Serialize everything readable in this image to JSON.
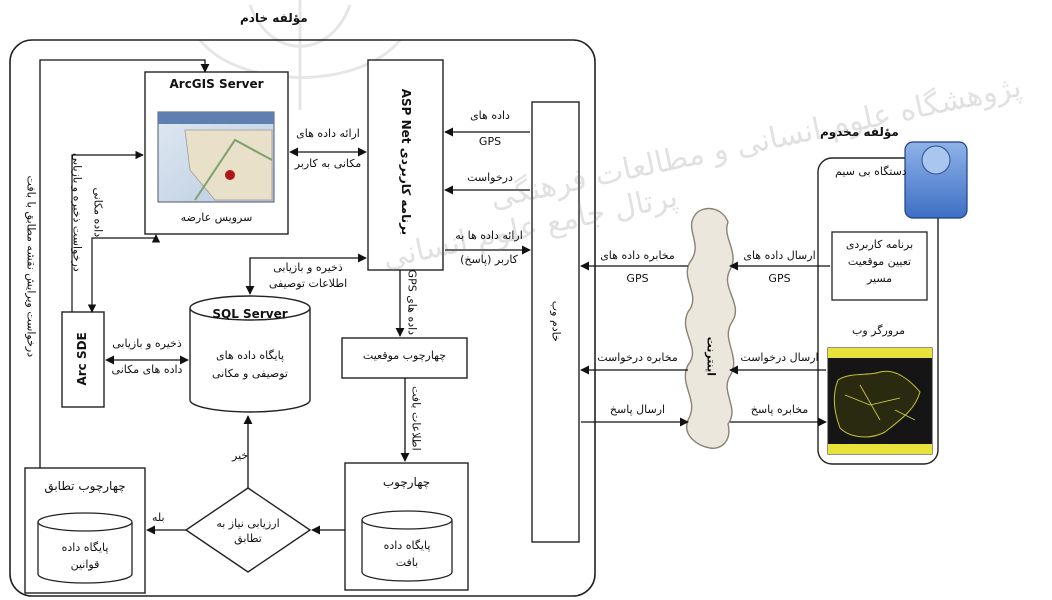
{
  "server_title": "مؤلفه خادم",
  "client_title": "مؤلفه مخدوم",
  "arcgis": {
    "title": "ArcGIS Server",
    "caption": "سرویس عارضه"
  },
  "aspnet": {
    "label": "برنامه کاربردی ASP Net"
  },
  "webserver": {
    "label": "خادم وب"
  },
  "sqlserver": {
    "title": "SQL Server",
    "line1": "پایگاه داده های",
    "line2": "توصیفی و مکانی"
  },
  "arcsde": {
    "label": "Arc SDE"
  },
  "location_frame": {
    "label": "چهارچوب موقعیت"
  },
  "frame": {
    "title": "چهارچوب",
    "db_line1": "پایگاه داده",
    "db_line2": "بافت"
  },
  "match_frame": {
    "title": "چهارچوب تطابق",
    "db_line1": "پایگاه داده",
    "db_line2": "قوانین"
  },
  "decision": {
    "line1": "ارزیابی نیاز به",
    "line2": "تطابق",
    "yes": "بله",
    "no": "خیر"
  },
  "internet": {
    "label": "اینترنت"
  },
  "client": {
    "wireless": "دستگاه بی سیم",
    "app_line1": "برنامه کاربردی",
    "app_line2": "تعیین موقعیت",
    "app_line3": "مسیر",
    "browser": "مرورگر وب"
  },
  "labels": {
    "gps_data_line1": "داده های",
    "gps_data_line2": "GPS",
    "request": "درخواست",
    "deliver_user_line1": "ارائه داده ها به",
    "deliver_user_line2": "کاربر (پاسخ)",
    "spatial_deliver_line1": "ارائه داده های",
    "spatial_deliver_line2": "مکانی به کاربر",
    "store_retrieve_desc_line1": "ذخیره و بازیابی",
    "store_retrieve_desc_line2": "اطلاعات توصیفی",
    "gps_vertical": "داده های GPS",
    "texture_info": "اطلاعات بافت",
    "store_retrieve_spatial_line1": "ذخیره و بازیابی",
    "store_retrieve_spatial_line2": "داده های مکانی",
    "side_request_store": "درخواست ذخیره و بازیابی",
    "side_spatial": "داده مکانی",
    "left_vertical": "درخواست ویرایش نقشه مطابق با بافت",
    "gps_comm_line1": "مخابره داده های",
    "gps_comm_line2": "GPS",
    "send_gps_line1": "ارسال داده های",
    "send_gps_line2": "GPS",
    "comm_request": "مخابره درخواست",
    "send_request": "ارسال درخواست",
    "send_response": "ارسال پاسخ",
    "comm_response": "مخابره پاسخ"
  },
  "watermark": {
    "line1": "پژوهشگاه علوم انسانی و مطالعات فرهنگی",
    "line2": "پرتال جامع علوم انسانی"
  }
}
